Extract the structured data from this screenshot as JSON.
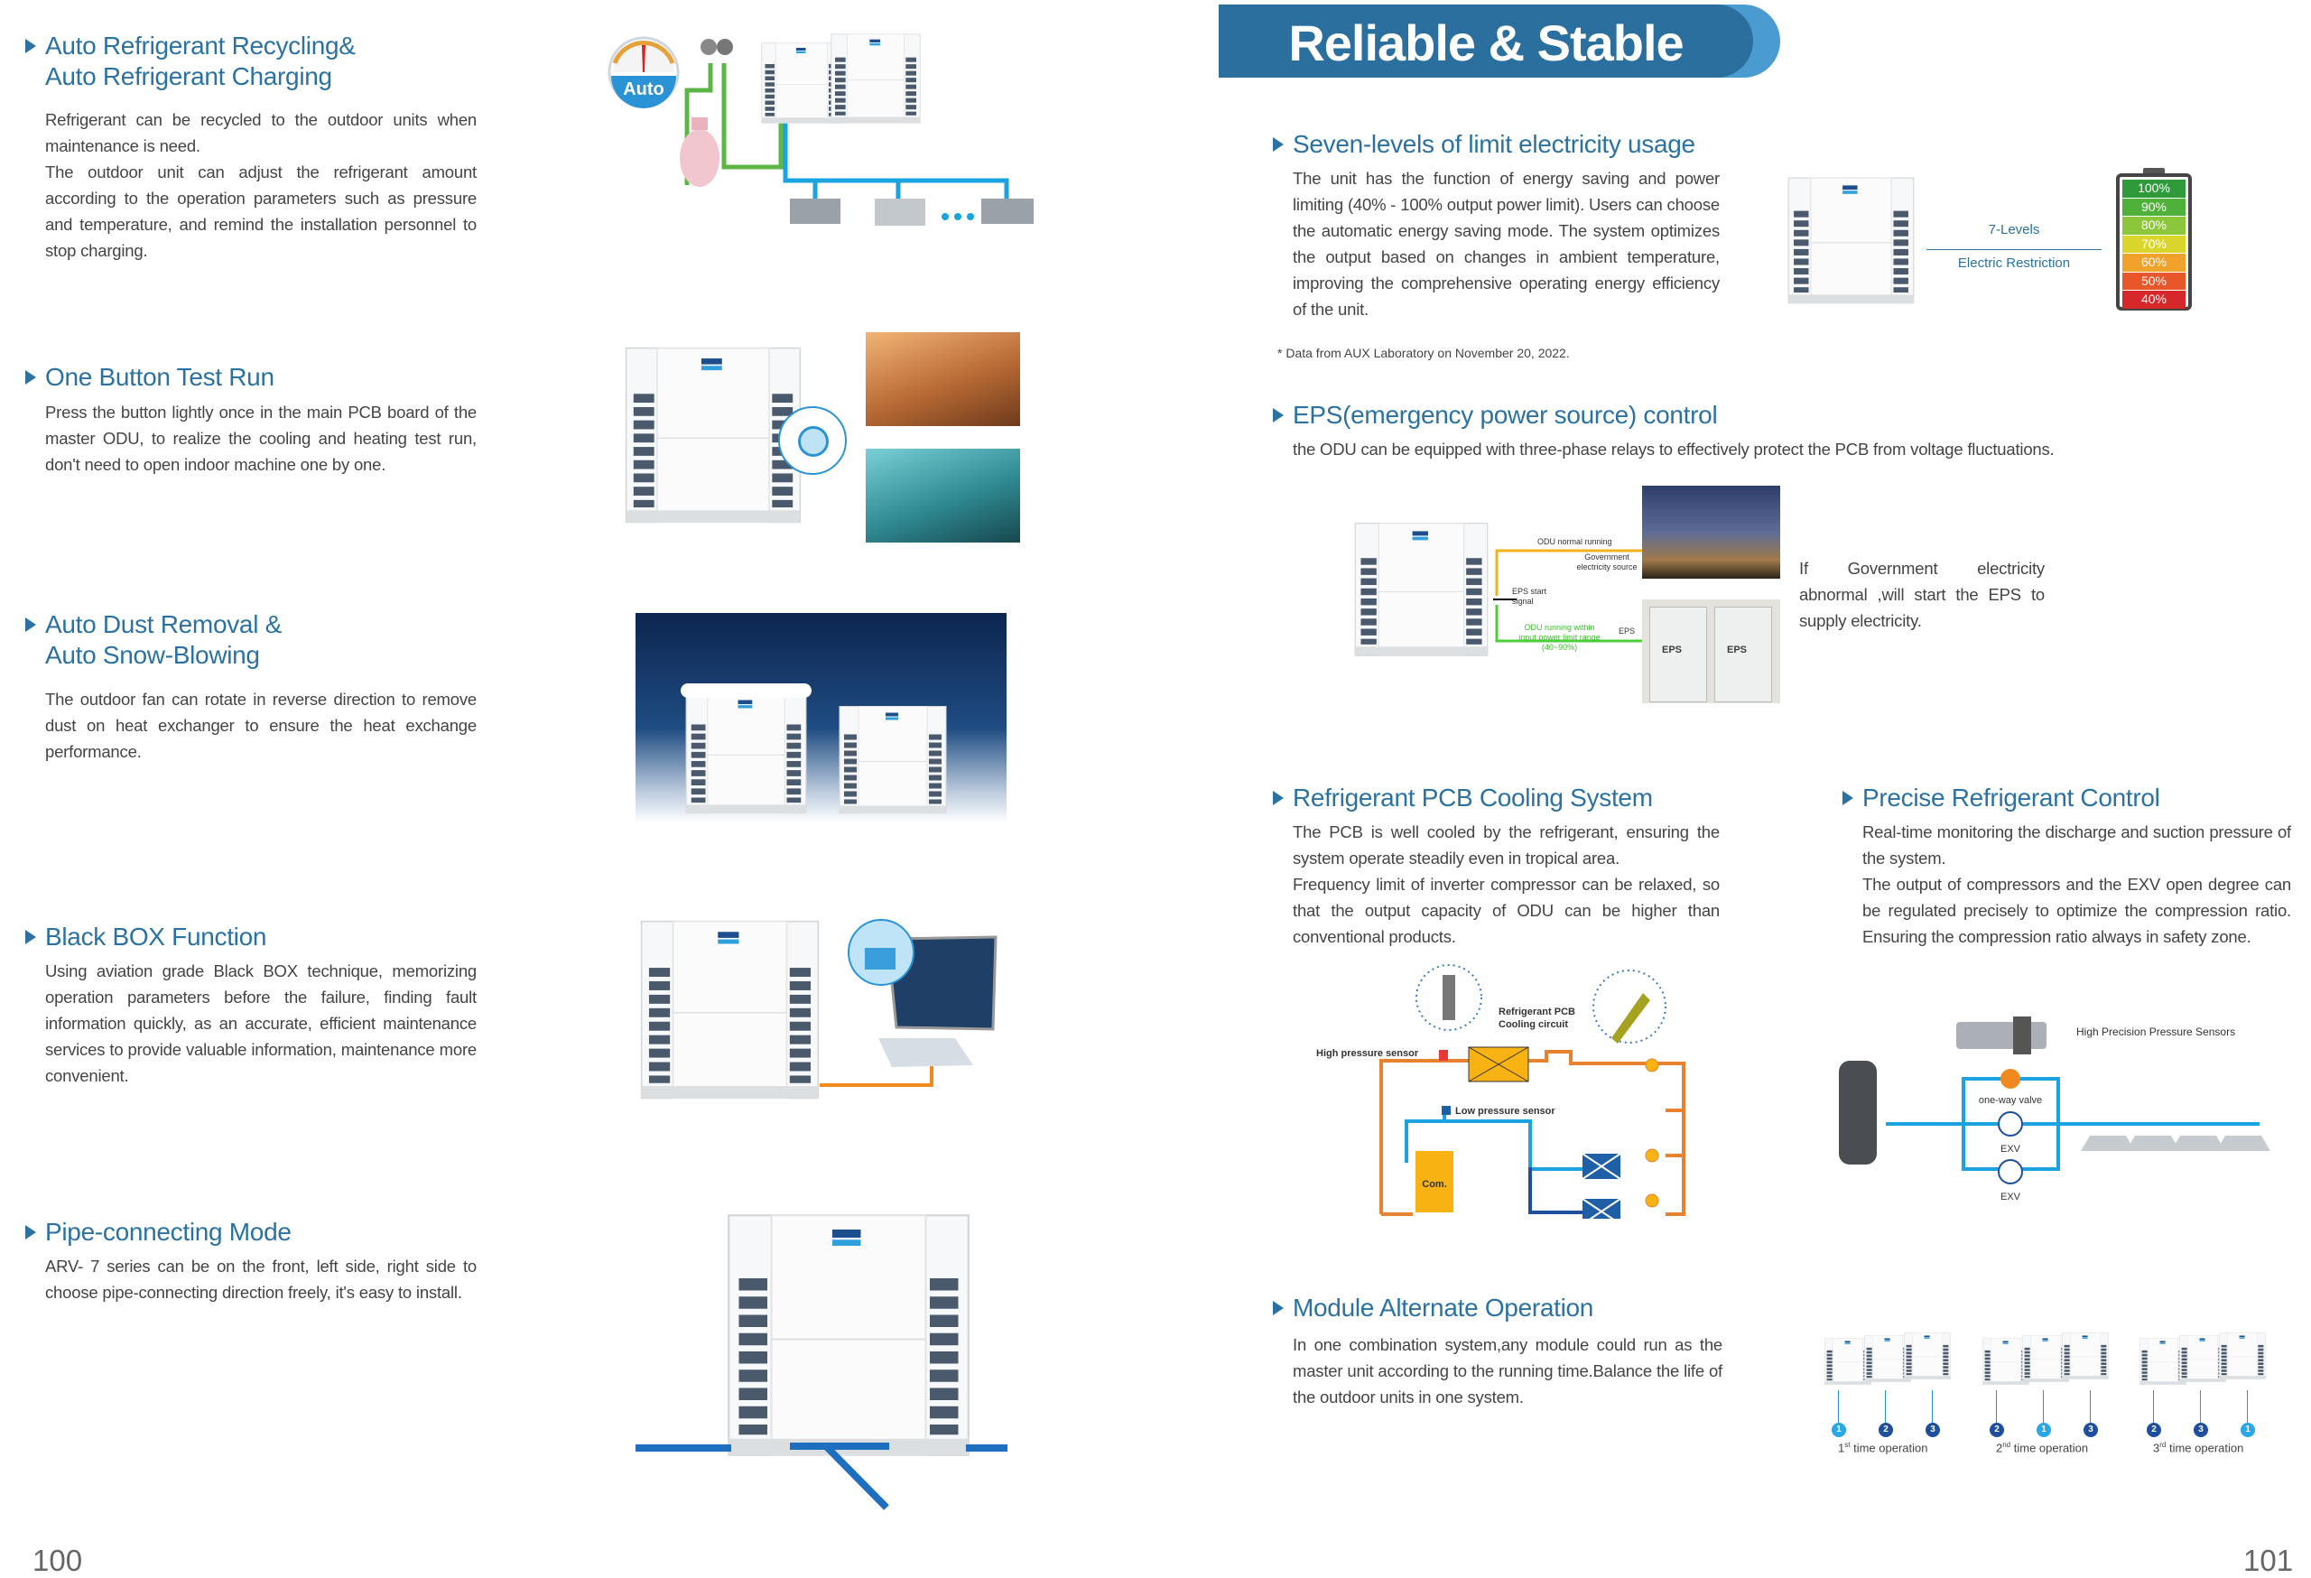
{
  "left_page": {
    "page_number": "100",
    "sections": [
      {
        "title_lines": [
          "Auto Refrigerant Recycling&",
          "Auto Refrigerant Charging"
        ],
        "body": [
          "Refrigerant can be recycled to the outdoor units when maintenance is need.",
          "The outdoor unit can adjust the refrigerant amount according to the operation parameters such as pressure and temperature, and remind the installation personnel to stop charging."
        ],
        "badge": "Auto"
      },
      {
        "title_lines": [
          "One Button Test Run"
        ],
        "body": [
          "Press the button lightly once in the main PCB board of the master ODU, to realize the cooling and heating test run, don't need to open indoor machine one by one."
        ]
      },
      {
        "title_lines": [
          "Auto Dust Removal &",
          "Auto Snow-Blowing"
        ],
        "body": [
          "The outdoor fan can rotate in reverse direction to remove dust on heat exchanger to ensure the heat exchange performance."
        ]
      },
      {
        "title_lines": [
          "Black BOX Function"
        ],
        "body": [
          "Using aviation grade Black BOX technique, memorizing operation parameters before the failure, finding fault information quickly, as an accurate, efficient maintenance services to provide valuable information, maintenance more convenient."
        ]
      },
      {
        "title_lines": [
          "Pipe-connecting Mode"
        ],
        "body": [
          "ARV- 7 series can be on the front, left side, right side to choose pipe-connecting direction freely, it's easy to install."
        ]
      }
    ]
  },
  "right_page": {
    "page_number": "101",
    "banner_title": "Reliable & Stable",
    "seven_levels": {
      "title": "Seven-levels of limit electricity usage",
      "body": "The unit has the function of energy saving and power limiting (40% - 100% output power limit). Users can choose the automatic energy saving mode. The system optimizes the output based on changes in ambient temperature, improving the comprehensive operating energy efficiency of the unit.",
      "footnote": "* Data from AUX Laboratory on November 20, 2022.",
      "label_top": "7-Levels",
      "label_bottom": "Electric Restriction",
      "battery_levels": [
        {
          "label": "100%",
          "color": "#2e9a3a"
        },
        {
          "label": "90%",
          "color": "#4fb03a"
        },
        {
          "label": "80%",
          "color": "#8cc63a"
        },
        {
          "label": "70%",
          "color": "#d9d52a"
        },
        {
          "label": "60%",
          "color": "#f0a22a"
        },
        {
          "label": "50%",
          "color": "#e8562a"
        },
        {
          "label": "40%",
          "color": "#d6282a"
        }
      ]
    },
    "eps": {
      "title": "EPS(emergency power source) control",
      "body": "the ODU  can be equipped with three-phase relays to effectively protect the PCB from voltage fluctuations.",
      "side_text": "If Government electricity abnormal ,will start the EPS to supply electricity.",
      "diagram": {
        "normal_running": "ODU normal running",
        "gov_source": "Government electricity source",
        "eps_start": "EPS start signal",
        "odu_limited": "ODU running within input power limit range (40~90%)",
        "eps_label": "EPS",
        "cabinet_label": "EPS"
      }
    },
    "pcb_cooling": {
      "title": "Refrigerant PCB Cooling System",
      "body": [
        "The PCB is well cooled by the refrigerant, ensuring the system operate steadily even in tropical area.",
        "Frequency limit of inverter compressor can be relaxed, so that the output capacity of ODU can be higher than conventional products."
      ],
      "diagram": {
        "circuit_label_1": "Refrigerant PCB",
        "circuit_label_2": "Cooling circuit",
        "high_sensor": "High pressure sensor",
        "low_sensor": "Low pressure sensor",
        "compressor": "Com."
      }
    },
    "precise_control": {
      "title": "Precise Refrigerant Control",
      "body": [
        "Real-time monitoring the discharge and suction pressure of the system.",
        "The output of compressors and the EXV open degree can be regulated precisely to optimize the compression ratio. Ensuring the compression ratio always in safety zone."
      ],
      "diagram": {
        "sensor_label": "High Precision Pressure Sensors",
        "valve_label": "one-way valve",
        "exv_1": "EXV",
        "exv_2": "EXV"
      }
    },
    "module": {
      "title": "Module Alternate Operation",
      "body": "In one combination system,any module could run as the master unit according to the running time.Balance the life of the outdoor units in one system.",
      "operations": [
        {
          "num": "1",
          "suffix": "st",
          "text": " time operation",
          "order": [
            "1",
            "2",
            "3"
          ]
        },
        {
          "num": "2",
          "suffix": "nd",
          "text": " time operation",
          "order": [
            "2",
            "1",
            "3"
          ]
        },
        {
          "num": "3",
          "suffix": "rd",
          "text": " time operation",
          "order": [
            "2",
            "3",
            "1"
          ]
        }
      ]
    }
  },
  "colors": {
    "heading": "#2b72a2",
    "banner": "#2b6f9e",
    "banner_accent": "#4a9bd0",
    "pipe_blue": "#1aa3e0",
    "pipe_green": "#5cb547",
    "pipe_orange": "#e8822e"
  }
}
